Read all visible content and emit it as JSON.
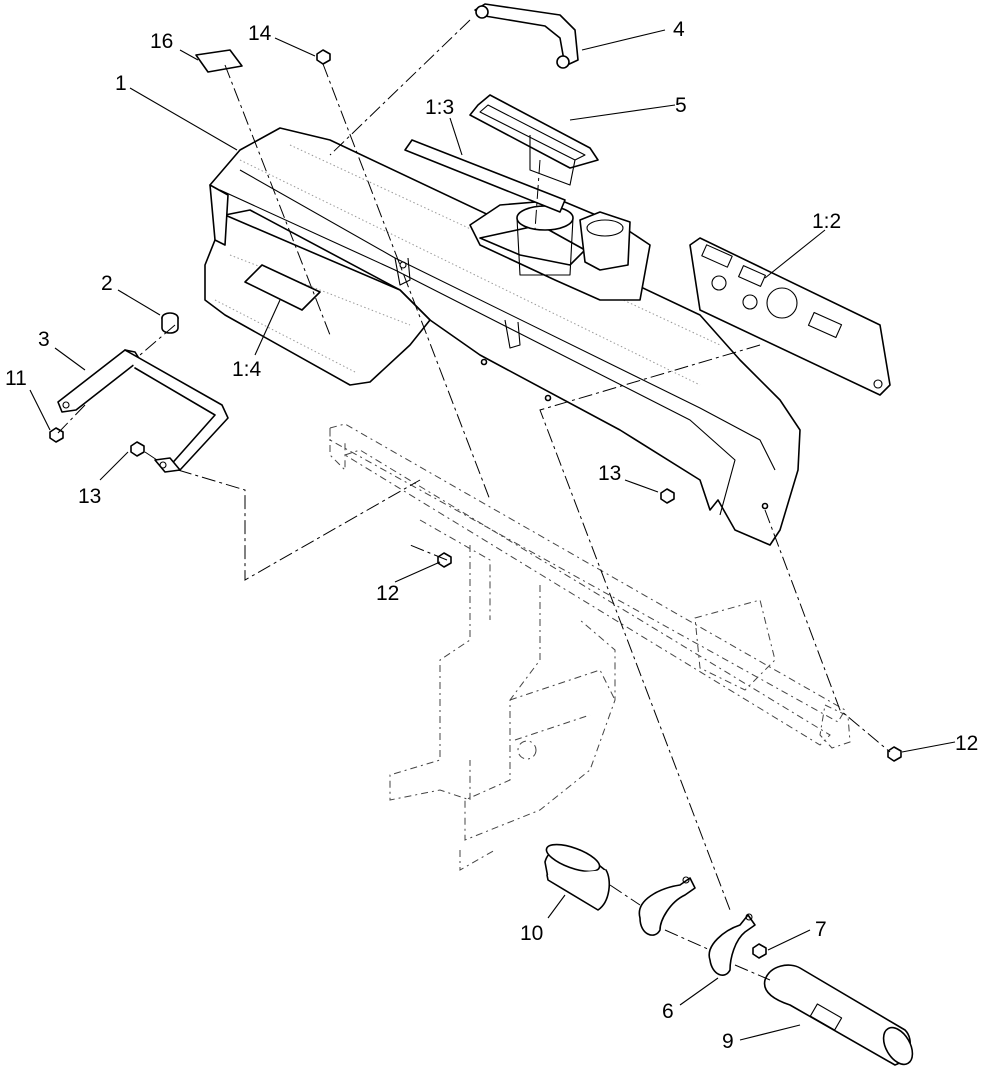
{
  "callouts": {
    "c16": "16",
    "c14": "14",
    "c4": "4",
    "c1": "1",
    "c1_3": "1:3",
    "c5": "5",
    "c1_2": "1:2",
    "c2": "2",
    "c3": "3",
    "c11": "11",
    "c1_4": "1:4",
    "c13_left": "13",
    "c13_right": "13",
    "c12_mid": "12",
    "c12_right": "12",
    "c10": "10",
    "c7": "7",
    "c6": "6",
    "c9": "9"
  },
  "colors": {
    "ink": "#000000",
    "background": "#ffffff",
    "frame_ghost": "#444444"
  }
}
